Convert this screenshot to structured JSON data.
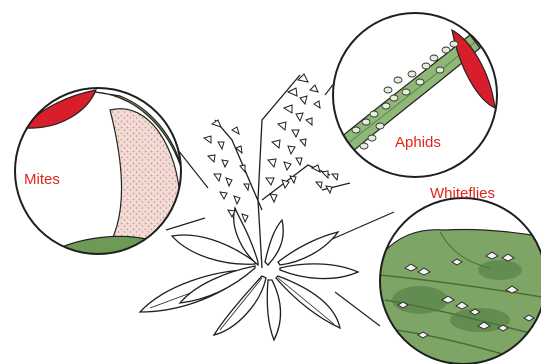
{
  "labels": {
    "mites": "Mites",
    "aphids": "Aphids",
    "whiteflies": "Whiteflies"
  },
  "colors": {
    "label_text": "#e2231a",
    "flower_red": "#d81e2a",
    "leaf_green": "#6f9a55",
    "leaf_dark": "#466f36",
    "mite_speckle": "#e7c9c0",
    "outline": "#222222"
  },
  "icons": [
    "magnifier-circle",
    "plant-illustration"
  ]
}
